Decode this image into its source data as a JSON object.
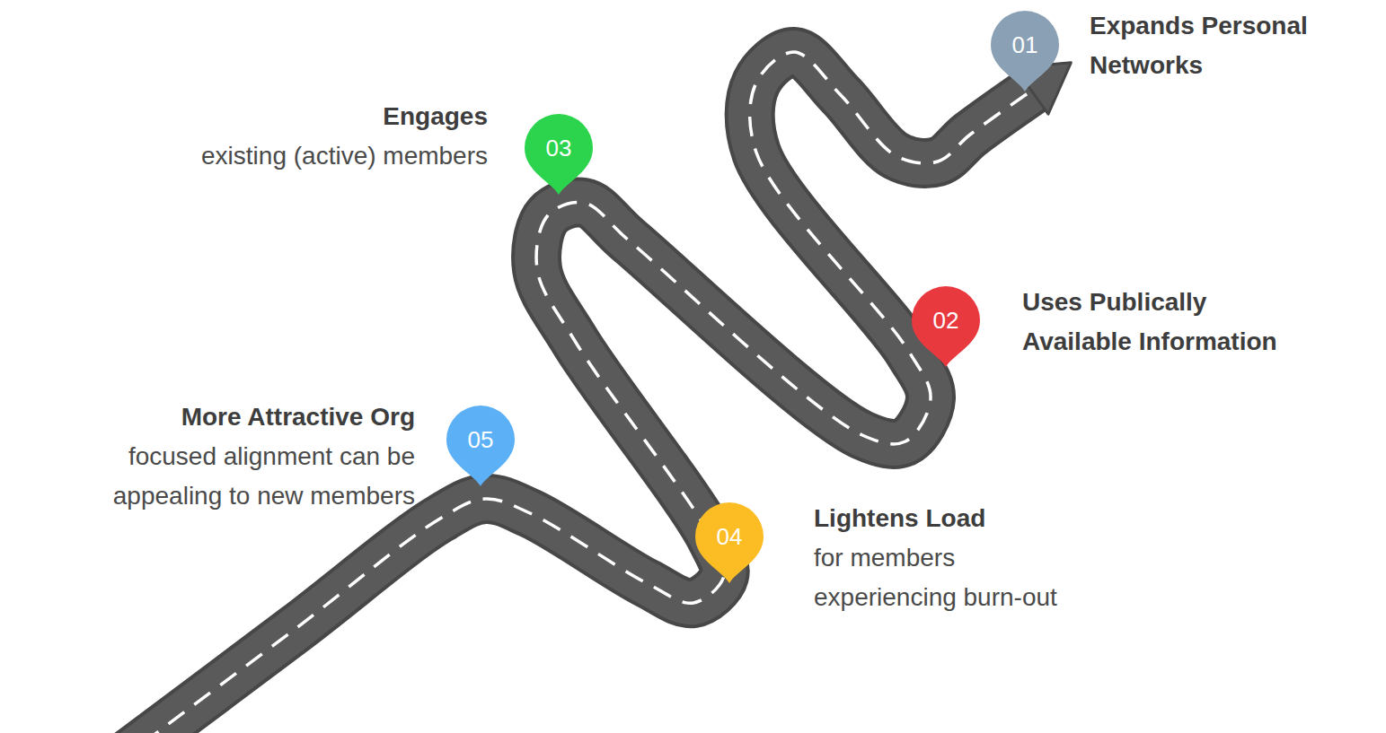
{
  "diagram": {
    "nodes": [
      {
        "text": [
          "01",
          "Expands Personal Networks"
        ]
      },
      {
        "text": [
          "02",
          "Uses Publically Available Information"
        ]
      },
      {
        "text": [
          "03",
          "Engages",
          "existing (active) members"
        ]
      },
      {
        "text": [
          "04",
          "Lightens Load",
          "for members experiencing burn-out"
        ]
      },
      {
        "text": [
          "05",
          "More Attractive Org",
          "focused alignment can be appealing to new members"
        ]
      }
    ]
  }
}
